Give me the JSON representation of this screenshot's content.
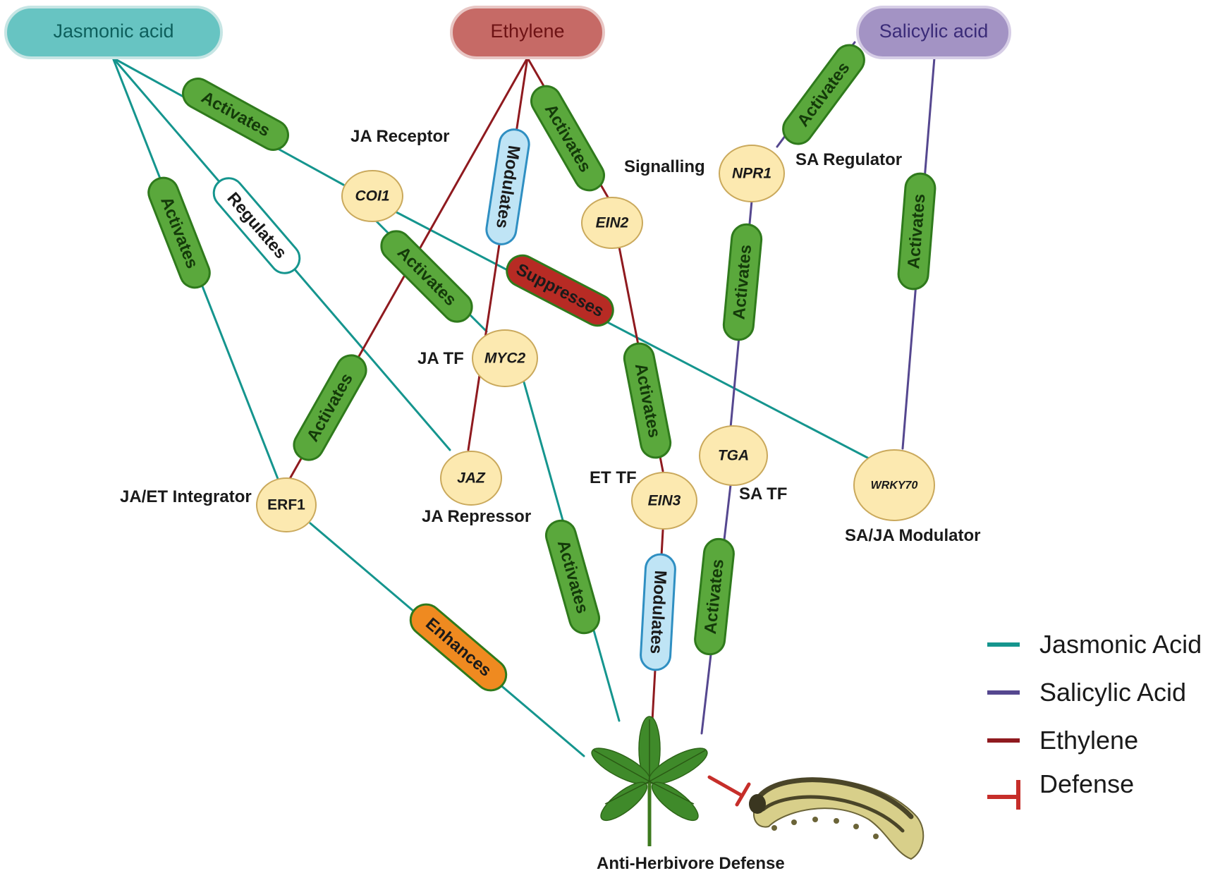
{
  "colors": {
    "jasmonic": "#15958e",
    "salicylic": "#55478f",
    "ethylene": "#8f1a1f",
    "defense": "#c62e2a",
    "activates_fill": "#5aa83c",
    "activates_stroke": "#2f7a1c",
    "modulates_fill": "#bfe4f5",
    "modulates_stroke": "#2f8fc2",
    "regulates_fill": "#ffffff",
    "suppresses_fill": "#b72b24",
    "enhances_fill": "#ef8a20",
    "node_fill": "#fce9b0",
    "node_stroke": "#caa95c"
  },
  "headers": {
    "jasmonic": "Jasmonic acid",
    "ethylene": "Ethylene",
    "salicylic": "Salicylic acid"
  },
  "nodes": {
    "coi1": "COI1",
    "myc2": "MYC2",
    "jaz": "JAZ",
    "erf1": "ERF1",
    "ein2": "EIN2",
    "ein3": "EIN3",
    "npr1": "NPR1",
    "tga": "TGA",
    "wrky70": "WRKY70"
  },
  "labels": {
    "ja_receptor": "JA Receptor",
    "ja_tf": "JA TF",
    "ja_repressor": "JA Repressor",
    "ja_et_integrator": "JA/ET Integrator",
    "signalling": "Signalling",
    "sa_regulator": "SA Regulator",
    "et_tf": "ET TF",
    "sa_tf": "SA TF",
    "sa_ja_modulator": "SA/JA Modulator",
    "anti_herbivore": "Anti-Herbivore Defense"
  },
  "relations": {
    "activates": "Activates",
    "regulates": "Regulates",
    "modulates": "Modulates",
    "suppresses": "Suppresses",
    "enhances": "Enhances"
  },
  "legend": [
    {
      "label": "Jasmonic Acid",
      "icon": "line",
      "color_key": "jasmonic"
    },
    {
      "label": "Salicylic Acid",
      "icon": "line",
      "color_key": "salicylic"
    },
    {
      "label": "Ethylene",
      "icon": "line",
      "color_key": "ethylene"
    },
    {
      "label": "Defense",
      "icon": "inhibition-t",
      "color_key": "defense"
    }
  ]
}
